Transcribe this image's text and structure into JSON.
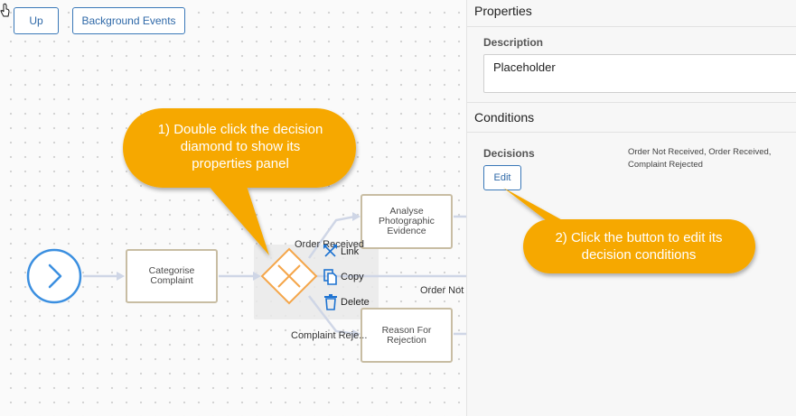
{
  "toolbar": {
    "up_label": "Up",
    "background_events_label": "Background Events"
  },
  "diagram": {
    "nodes": {
      "categorise": "Categorise Complaint",
      "analyse": "Analyse Photographic Evidence",
      "reason": "Reason For Rejection"
    },
    "edge_labels": {
      "order_received": "Order Received",
      "order_not": "Order Not",
      "complaint_rejected": "Complaint Reje..."
    },
    "context_menu": {
      "link": "Link",
      "copy": "Copy",
      "delete": "Delete"
    }
  },
  "properties_panel": {
    "title": "Properties",
    "description_label": "Description",
    "description_value": "Placeholder",
    "conditions_title": "Conditions",
    "decisions_label": "Decisions",
    "decisions_value": "Order Not Received, Order Received, Complaint Rejected",
    "edit_label": "Edit"
  },
  "callouts": {
    "step1": "1) Double click the decision diamond to show its properties panel",
    "step2": "2) Click the button to edit its decision conditions"
  },
  "colors": {
    "accent_blue": "#3a78b8",
    "decision_orange": "#f5a64a",
    "callout_orange": "#f6a800",
    "node_border": "#c8bda3",
    "connector_gray": "#cfd6e6"
  }
}
